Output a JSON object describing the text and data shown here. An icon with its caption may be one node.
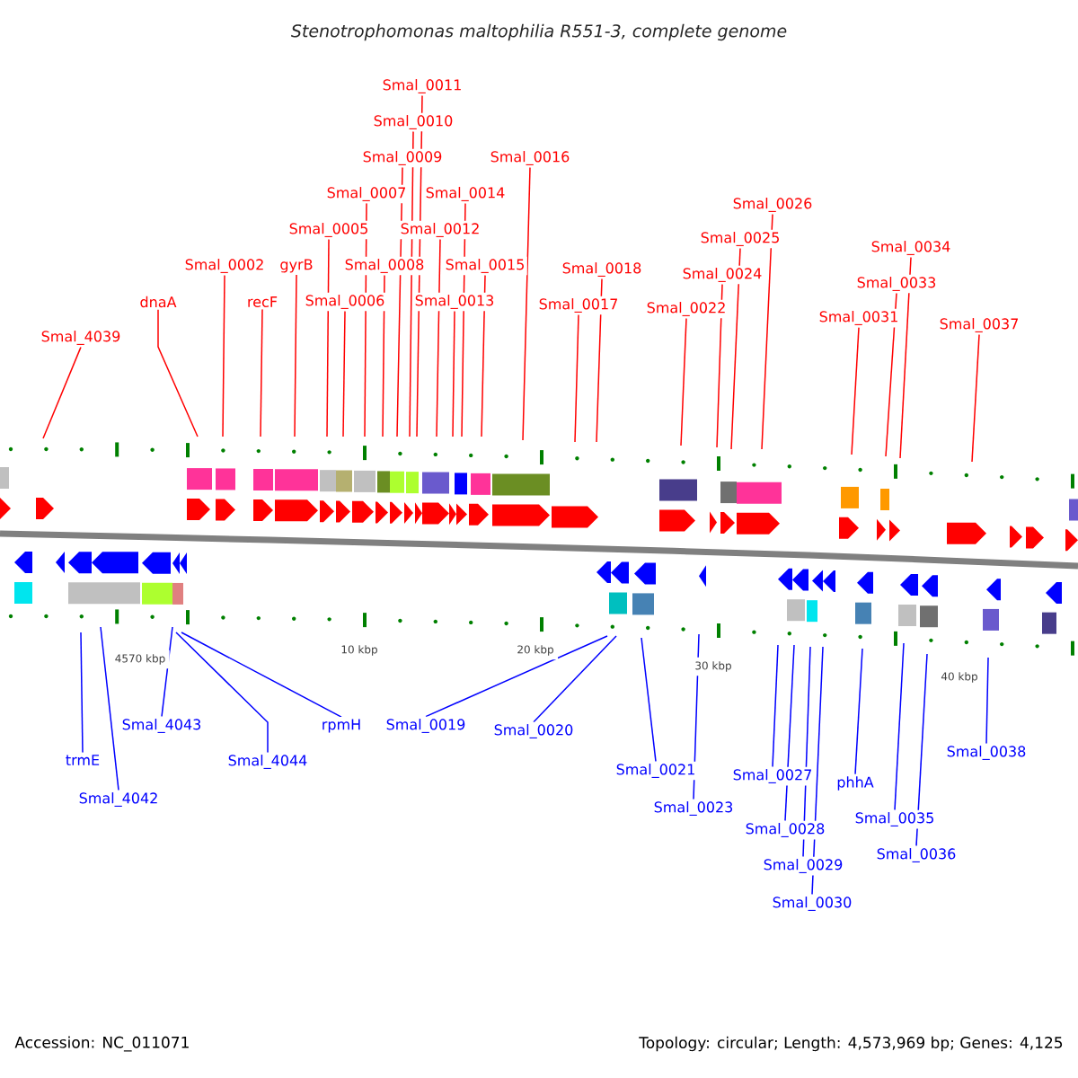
{
  "diagram": {
    "title": "Stenotrophomonas maltophilia R551-3, complete genome",
    "nodes": [
      {
        "text": [
          "Smal_4039"
        ]
      },
      {
        "text": [
          "dnaA"
        ]
      },
      {
        "text": [
          "Smal_0002"
        ]
      },
      {
        "text": [
          "recF"
        ]
      },
      {
        "text": [
          "gyrB"
        ]
      },
      {
        "text": [
          "Smal_0005"
        ]
      },
      {
        "text": [
          "Smal_0006"
        ]
      },
      {
        "text": [
          "Smal_0007"
        ]
      },
      {
        "text": [
          "Smal_0008"
        ]
      },
      {
        "text": [
          "Smal_0009"
        ]
      },
      {
        "text": [
          "Smal_0010"
        ]
      },
      {
        "text": [
          "Smal_0011"
        ]
      },
      {
        "text": [
          "Smal_0012"
        ]
      },
      {
        "text": [
          "Smal_0013"
        ]
      },
      {
        "text": [
          "Smal_0014"
        ]
      },
      {
        "text": [
          "Smal_0015"
        ]
      },
      {
        "text": [
          "Smal_0016"
        ]
      },
      {
        "text": [
          "Smal_0017"
        ]
      },
      {
        "text": [
          "Smal_0018"
        ]
      },
      {
        "text": [
          "Smal_0022"
        ]
      },
      {
        "text": [
          "Smal_0024"
        ]
      },
      {
        "text": [
          "Smal_0025"
        ]
      },
      {
        "text": [
          "Smal_0026"
        ]
      },
      {
        "text": [
          "Smal_0031"
        ]
      },
      {
        "text": [
          "Smal_0033"
        ]
      },
      {
        "text": [
          "Smal_0034"
        ]
      },
      {
        "text": [
          "Smal_0037"
        ]
      },
      {
        "text": [
          "trmE"
        ]
      },
      {
        "text": [
          "Smal_4042"
        ]
      },
      {
        "text": [
          "Smal_4043"
        ]
      },
      {
        "text": [
          "Smal_4044"
        ]
      },
      {
        "text": [
          "rpmH"
        ]
      },
      {
        "text": [
          "Smal_0019"
        ]
      },
      {
        "text": [
          "Smal_0020"
        ]
      },
      {
        "text": [
          "Smal_0021"
        ]
      },
      {
        "text": [
          "Smal_0023"
        ]
      },
      {
        "text": [
          "Smal_0027"
        ]
      },
      {
        "text": [
          "Smal_0028"
        ]
      },
      {
        "text": [
          "Smal_0029"
        ]
      },
      {
        "text": [
          "Smal_0030"
        ]
      },
      {
        "text": [
          "phhA"
        ]
      },
      {
        "text": [
          "Smal_0035"
        ]
      },
      {
        "text": [
          "Smal_0036"
        ]
      },
      {
        "text": [
          "Smal_0038"
        ]
      }
    ],
    "edges": [
      {
        "from": 0,
        "to": null,
        "arrow": "none",
        "color": "#ff0000"
      },
      {
        "from": 1,
        "to": null,
        "arrow": "none",
        "color": "#ff0000"
      },
      {
        "from": 2,
        "to": null,
        "arrow": "none",
        "color": "#ff0000"
      },
      {
        "from": 3,
        "to": null,
        "arrow": "none",
        "color": "#ff0000"
      },
      {
        "from": 4,
        "to": null,
        "arrow": "none",
        "color": "#ff0000"
      },
      {
        "from": 5,
        "to": null,
        "arrow": "none",
        "color": "#ff0000"
      },
      {
        "from": 6,
        "to": null,
        "arrow": "none",
        "color": "#ff0000"
      },
      {
        "from": 7,
        "to": null,
        "arrow": "none",
        "color": "#ff0000"
      },
      {
        "from": 8,
        "to": null,
        "arrow": "none",
        "color": "#ff0000"
      },
      {
        "from": 9,
        "to": null,
        "arrow": "none",
        "color": "#ff0000"
      },
      {
        "from": 10,
        "to": null,
        "arrow": "none",
        "color": "#ff0000"
      },
      {
        "from": 11,
        "to": null,
        "arrow": "none",
        "color": "#ff0000"
      },
      {
        "from": 12,
        "to": null,
        "arrow": "none",
        "color": "#ff0000"
      },
      {
        "from": 13,
        "to": null,
        "arrow": "none",
        "color": "#ff0000"
      },
      {
        "from": 14,
        "to": null,
        "arrow": "none",
        "color": "#ff0000"
      },
      {
        "from": 15,
        "to": null,
        "arrow": "none",
        "color": "#ff0000"
      },
      {
        "from": 16,
        "to": null,
        "arrow": "none",
        "color": "#ff0000"
      },
      {
        "from": 17,
        "to": null,
        "arrow": "none",
        "color": "#ff0000"
      },
      {
        "from": 18,
        "to": null,
        "arrow": "none",
        "color": "#ff0000"
      },
      {
        "from": 19,
        "to": null,
        "arrow": "none",
        "color": "#ff0000"
      },
      {
        "from": 20,
        "to": null,
        "arrow": "none",
        "color": "#ff0000"
      },
      {
        "from": 21,
        "to": null,
        "arrow": "none",
        "color": "#ff0000"
      },
      {
        "from": 22,
        "to": null,
        "arrow": "none",
        "color": "#ff0000"
      },
      {
        "from": 23,
        "to": null,
        "arrow": "none",
        "color": "#ff0000"
      },
      {
        "from": 24,
        "to": null,
        "arrow": "none",
        "color": "#ff0000"
      },
      {
        "from": 25,
        "to": null,
        "arrow": "none",
        "color": "#ff0000"
      },
      {
        "from": 26,
        "to": null,
        "arrow": "none",
        "color": "#ff0000"
      },
      {
        "from": 27,
        "to": null,
        "arrow": "none",
        "color": "#0000ff"
      },
      {
        "from": 28,
        "to": null,
        "arrow": "none",
        "color": "#0000ff"
      },
      {
        "from": 29,
        "to": null,
        "arrow": "none",
        "color": "#0000ff"
      },
      {
        "from": 30,
        "to": null,
        "arrow": "none",
        "color": "#0000ff"
      },
      {
        "from": 31,
        "to": null,
        "arrow": "none",
        "color": "#0000ff"
      },
      {
        "from": 32,
        "to": null,
        "arrow": "none",
        "color": "#0000ff"
      },
      {
        "from": 33,
        "to": null,
        "arrow": "none",
        "color": "#0000ff"
      },
      {
        "from": 34,
        "to": null,
        "arrow": "none",
        "color": "#0000ff"
      },
      {
        "from": 35,
        "to": null,
        "arrow": "none",
        "color": "#0000ff"
      },
      {
        "from": 36,
        "to": null,
        "arrow": "none",
        "color": "#0000ff"
      },
      {
        "from": 37,
        "to": null,
        "arrow": "none",
        "color": "#0000ff"
      },
      {
        "from": 38,
        "to": null,
        "arrow": "none",
        "color": "#0000ff"
      },
      {
        "from": 39,
        "to": null,
        "arrow": "none",
        "color": "#0000ff"
      },
      {
        "from": 40,
        "to": null,
        "arrow": "none",
        "color": "#0000ff"
      },
      {
        "from": 41,
        "to": null,
        "arrow": "none",
        "color": "#0000ff"
      },
      {
        "from": 42,
        "to": null,
        "arrow": "none",
        "color": "#0000ff"
      },
      {
        "from": 43,
        "to": null,
        "arrow": "none",
        "color": "#0000ff"
      }
    ],
    "labels": [
      "4570 kbp",
      "10 kbp",
      "20 kbp",
      "30 kbp",
      "40 kbp",
      "Accession: NC_011071",
      "Topology: circular; Length: 4,573,969 bp; Genes: 4,125"
    ]
  }
}
